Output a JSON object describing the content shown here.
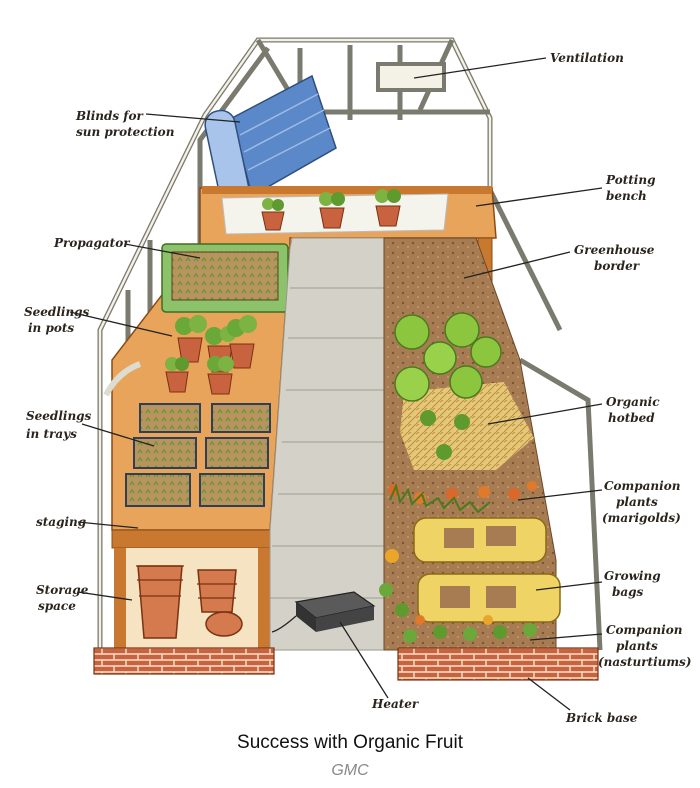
{
  "diagram": {
    "labels": {
      "ventilation": "Ventilation",
      "blinds_1": "Blinds for",
      "blinds_2": "sun protection",
      "potting_1": "Potting",
      "potting_2": "bench",
      "propagator": "Propagator",
      "border_1": "Greenhouse",
      "border_2": "border",
      "seedpots_1": "Seedlings",
      "seedpots_2": "in pots",
      "hotbed_1": "Organic",
      "hotbed_2": "hotbed",
      "seedtrays_1": "Seedlings",
      "seedtrays_2": "in trays",
      "marigolds_1": "Companion",
      "marigolds_2": "plants",
      "marigolds_3": "(marigolds)",
      "staging": "staging",
      "storage_1": "Storage",
      "storage_2": "space",
      "bags_1": "Growing",
      "bags_2": "bags",
      "nasturtiums_1": "Companion",
      "nasturtiums_2": "plants",
      "nasturtiums_3": "(nasturtiums)",
      "heater": "Heater",
      "brick_base": "Brick base"
    }
  },
  "caption": {
    "title": "Success with Organic Fruit",
    "publisher": "GMC"
  },
  "colors": {
    "wood": "#e8a45a",
    "wood_dark": "#c9782f",
    "brick": "#c8623f",
    "path": "#d4d2c8",
    "soil": "#a87c52",
    "leaf": "#7cb342",
    "blind": "#5b88c8",
    "bag": "#f0d365"
  }
}
